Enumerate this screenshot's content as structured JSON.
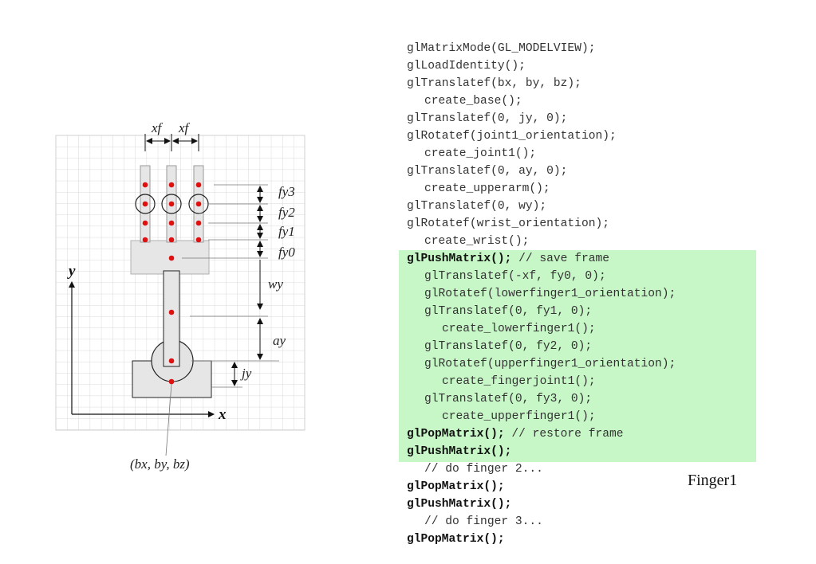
{
  "diagram": {
    "labels": {
      "xf_left": "xf",
      "xf_right": "xf",
      "fy3": "fy3",
      "fy2": "fy2",
      "fy1": "fy1",
      "fy0": "fy0",
      "wy": "wy",
      "ay": "ay",
      "jy": "jy",
      "y_axis": "y",
      "x_axis": "x",
      "origin": "(bx, by, bz)"
    }
  },
  "code": {
    "lines": [
      {
        "text": "glMatrixMode(GL_MODELVIEW);",
        "indent": 0,
        "bold": false
      },
      {
        "text": "glLoadIdentity();",
        "indent": 0,
        "bold": false
      },
      {
        "text": "glTranslatef(bx, by, bz);",
        "indent": 0,
        "bold": false
      },
      {
        "text": "create_base();",
        "indent": 1,
        "bold": false
      },
      {
        "text": "glTranslatef(0, jy, 0);",
        "indent": 0,
        "bold": false
      },
      {
        "text": "glRotatef(joint1_orientation);",
        "indent": 0,
        "bold": false
      },
      {
        "text": "create_joint1();",
        "indent": 1,
        "bold": false
      },
      {
        "text": "glTranslatef(0, ay, 0);",
        "indent": 0,
        "bold": false
      },
      {
        "text": "create_upperarm();",
        "indent": 1,
        "bold": false
      },
      {
        "text": "glTranslatef(0, wy);",
        "indent": 0,
        "bold": false
      },
      {
        "text": "glRotatef(wrist_orientation);",
        "indent": 0,
        "bold": false
      },
      {
        "text": "create_wrist();",
        "indent": 1,
        "bold": false
      },
      {
        "text": "glPushMatrix();",
        "indent": 0,
        "bold": true,
        "comment": " // save frame"
      },
      {
        "text": "glTranslatef(-xf, fy0, 0);",
        "indent": 1,
        "bold": false
      },
      {
        "text": "glRotatef(lowerfinger1_orientation);",
        "indent": 1,
        "bold": false
      },
      {
        "text": "glTranslatef(0, fy1, 0);",
        "indent": 1,
        "bold": false
      },
      {
        "text": "create_lowerfinger1();",
        "indent": 2,
        "bold": false
      },
      {
        "text": "glTranslatef(0, fy2, 0);",
        "indent": 1,
        "bold": false
      },
      {
        "text": "glRotatef(upperfinger1_orientation);",
        "indent": 1,
        "bold": false
      },
      {
        "text": "create_fingerjoint1();",
        "indent": 2,
        "bold": false
      },
      {
        "text": "glTranslatef(0, fy3, 0);",
        "indent": 1,
        "bold": false
      },
      {
        "text": "create_upperfinger1();",
        "indent": 2,
        "bold": false
      },
      {
        "text": "glPopMatrix();",
        "indent": 0,
        "bold": true,
        "comment": " // restore frame"
      },
      {
        "text": "glPushMatrix();",
        "indent": 0,
        "bold": true
      },
      {
        "text": "// do finger 2...",
        "indent": 1,
        "bold": false
      },
      {
        "text": "glPopMatrix();",
        "indent": 0,
        "bold": true
      },
      {
        "text": "glPushMatrix();",
        "indent": 0,
        "bold": true
      },
      {
        "text": "// do finger 3...",
        "indent": 1,
        "bold": false
      },
      {
        "text": "glPopMatrix();",
        "indent": 0,
        "bold": true
      }
    ]
  },
  "caption": "Finger1"
}
